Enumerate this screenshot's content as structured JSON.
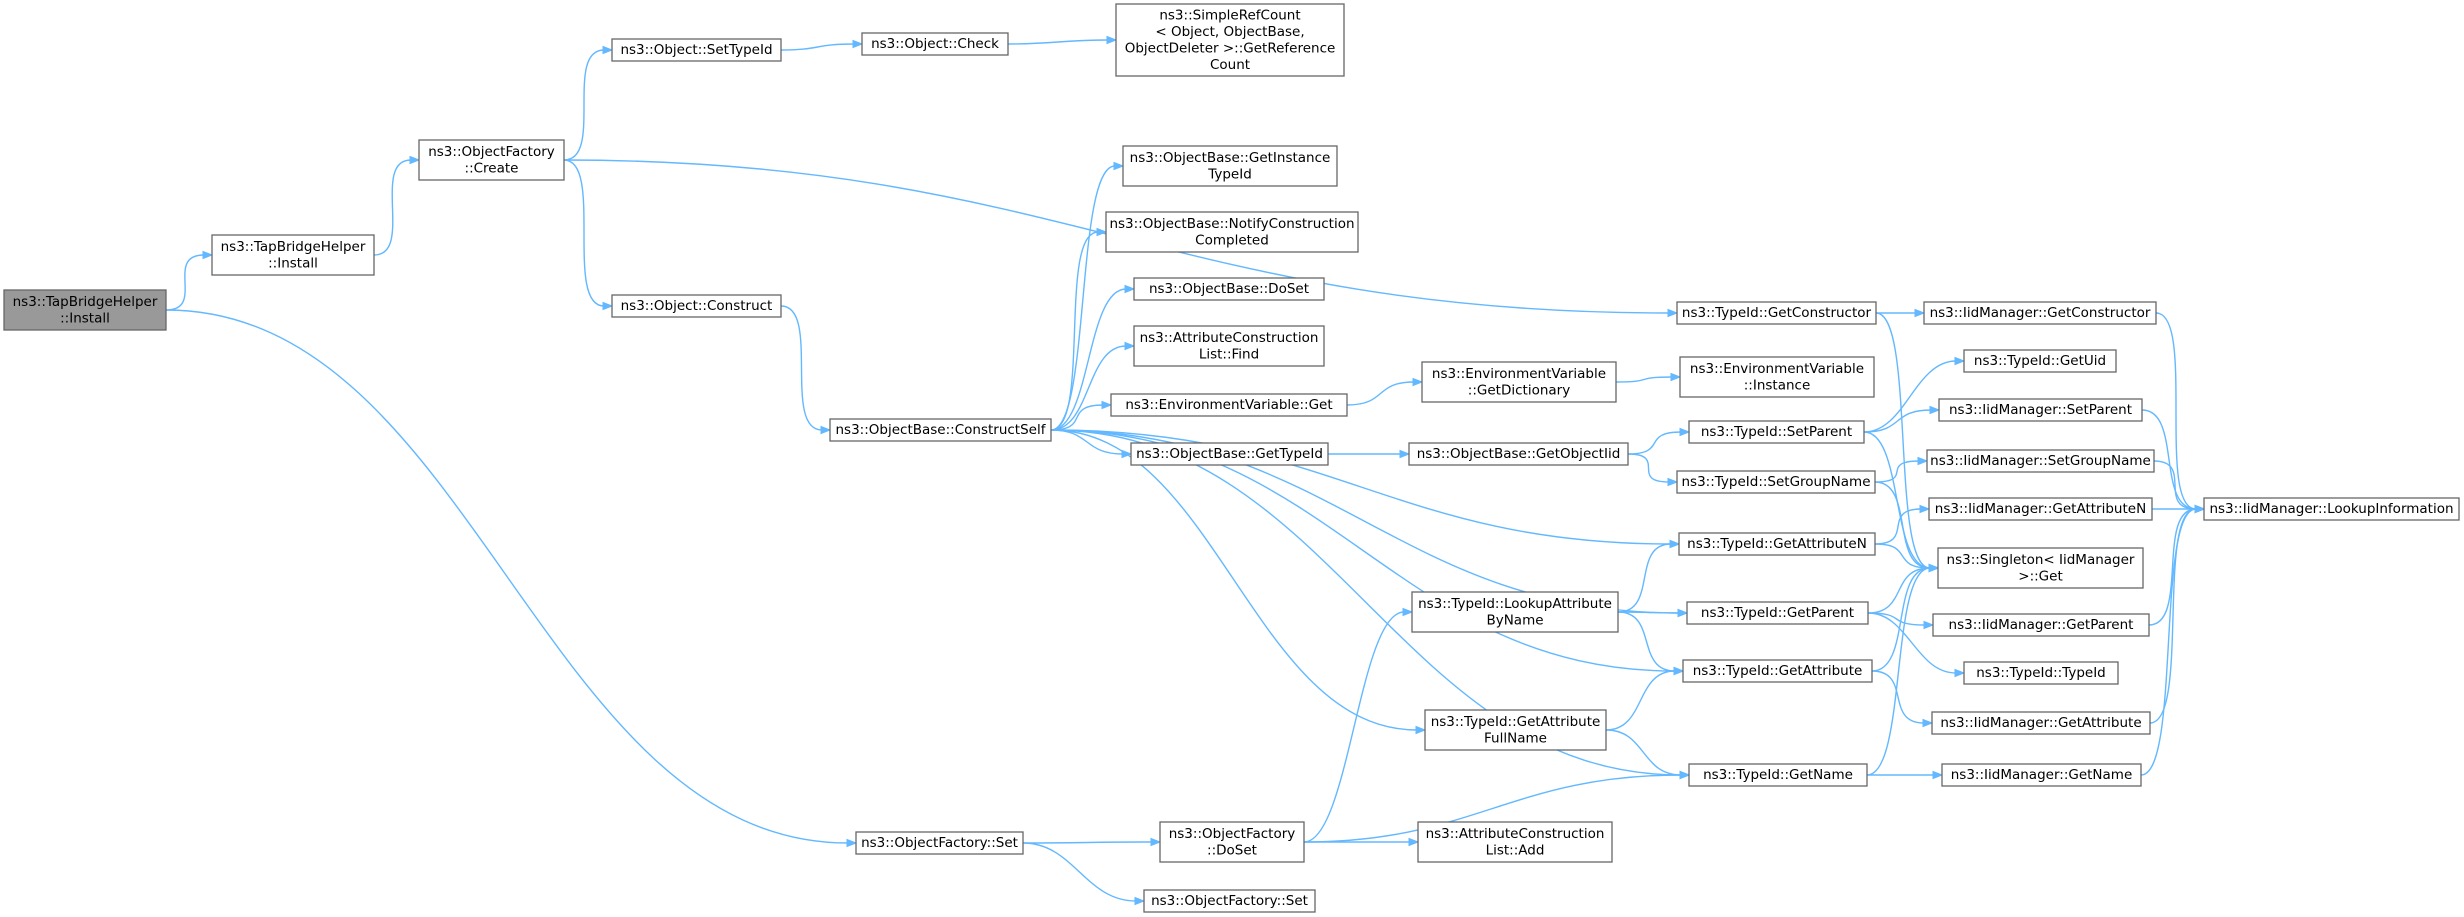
{
  "graph": {
    "nodes": [
      {
        "id": "root",
        "lines": [
          "ns3::TapBridgeHelper",
          "::Install"
        ],
        "root": true
      },
      {
        "id": "tbh_install",
        "lines": [
          "ns3::TapBridgeHelper",
          "::Install"
        ]
      },
      {
        "id": "of_create",
        "lines": [
          "ns3::ObjectFactory",
          "::Create"
        ]
      },
      {
        "id": "obj_settypeid",
        "lines": [
          "ns3::Object::SetTypeId"
        ]
      },
      {
        "id": "obj_check",
        "lines": [
          "ns3::Object::Check"
        ]
      },
      {
        "id": "simplerefcount",
        "lines": [
          "ns3::SimpleRefCount",
          "< Object, ObjectBase,",
          "ObjectDeleter >::GetReference",
          "Count"
        ]
      },
      {
        "id": "obj_construct",
        "lines": [
          "ns3::Object::Construct"
        ]
      },
      {
        "id": "ob_constructself",
        "lines": [
          "ns3::ObjectBase::ConstructSelf"
        ]
      },
      {
        "id": "ob_getinstancetypeid",
        "lines": [
          "ns3::ObjectBase::GetInstance",
          "TypeId"
        ]
      },
      {
        "id": "ob_notify",
        "lines": [
          "ns3::ObjectBase::NotifyConstruction",
          "Completed"
        ]
      },
      {
        "id": "ob_doset",
        "lines": [
          "ns3::ObjectBase::DoSet"
        ]
      },
      {
        "id": "acl_find",
        "lines": [
          "ns3::AttributeConstruction",
          "List::Find"
        ]
      },
      {
        "id": "env_get",
        "lines": [
          "ns3::EnvironmentVariable::Get"
        ]
      },
      {
        "id": "env_getdict",
        "lines": [
          "ns3::EnvironmentVariable",
          "::GetDictionary"
        ]
      },
      {
        "id": "env_instance",
        "lines": [
          "ns3::EnvironmentVariable",
          "::Instance"
        ]
      },
      {
        "id": "ob_gettypeid",
        "lines": [
          "ns3::ObjectBase::GetTypeId"
        ]
      },
      {
        "id": "ob_getobjectiid",
        "lines": [
          "ns3::ObjectBase::GetObjectIid"
        ]
      },
      {
        "id": "tid_getconstructor",
        "lines": [
          "ns3::TypeId::GetConstructor"
        ]
      },
      {
        "id": "iid_getconstructor",
        "lines": [
          "ns3::IidManager::GetConstructor"
        ]
      },
      {
        "id": "tid_getuid",
        "lines": [
          "ns3::TypeId::GetUid"
        ]
      },
      {
        "id": "tid_setparent",
        "lines": [
          "ns3::TypeId::SetParent"
        ]
      },
      {
        "id": "iid_setparent",
        "lines": [
          "ns3::IidManager::SetParent"
        ]
      },
      {
        "id": "tid_setgroupname",
        "lines": [
          "ns3::TypeId::SetGroupName"
        ]
      },
      {
        "id": "iid_setgroupname",
        "lines": [
          "ns3::IidManager::SetGroupName"
        ]
      },
      {
        "id": "iid_lookupinfo",
        "lines": [
          "ns3::IidManager::LookupInformation"
        ]
      },
      {
        "id": "tid_getattributen",
        "lines": [
          "ns3::TypeId::GetAttributeN"
        ]
      },
      {
        "id": "iid_getattributen",
        "lines": [
          "ns3::IidManager::GetAttributeN"
        ]
      },
      {
        "id": "singleton_get",
        "lines": [
          "ns3::Singleton< IidManager",
          ">::Get"
        ]
      },
      {
        "id": "tid_lookupattr",
        "lines": [
          "ns3::TypeId::LookupAttribute",
          "ByName"
        ]
      },
      {
        "id": "tid_getparent",
        "lines": [
          "ns3::TypeId::GetParent"
        ]
      },
      {
        "id": "iid_getparent",
        "lines": [
          "ns3::IidManager::GetParent"
        ]
      },
      {
        "id": "tid_typeid",
        "lines": [
          "ns3::TypeId::TypeId"
        ]
      },
      {
        "id": "tid_getattribute",
        "lines": [
          "ns3::TypeId::GetAttribute"
        ]
      },
      {
        "id": "iid_getattribute",
        "lines": [
          "ns3::IidManager::GetAttribute"
        ]
      },
      {
        "id": "tid_getattrfullname",
        "lines": [
          "ns3::TypeId::GetAttribute",
          "FullName"
        ]
      },
      {
        "id": "tid_getname",
        "lines": [
          "ns3::TypeId::GetName"
        ]
      },
      {
        "id": "iid_getname",
        "lines": [
          "ns3::IidManager::GetName"
        ]
      },
      {
        "id": "of_set",
        "lines": [
          "ns3::ObjectFactory::Set"
        ]
      },
      {
        "id": "of_doset",
        "lines": [
          "ns3::ObjectFactory",
          "::DoSet"
        ]
      },
      {
        "id": "acl_add",
        "lines": [
          "ns3::AttributeConstruction",
          "List::Add"
        ]
      },
      {
        "id": "of_set2",
        "lines": [
          "ns3::ObjectFactory::Set"
        ]
      }
    ],
    "edges": [
      [
        "root",
        "tbh_install"
      ],
      [
        "root",
        "of_set"
      ],
      [
        "tbh_install",
        "of_create"
      ],
      [
        "of_create",
        "obj_settypeid"
      ],
      [
        "of_create",
        "tid_getconstructor"
      ],
      [
        "of_create",
        "obj_construct"
      ],
      [
        "obj_settypeid",
        "obj_check"
      ],
      [
        "obj_check",
        "simplerefcount"
      ],
      [
        "obj_construct",
        "ob_constructself"
      ],
      [
        "ob_constructself",
        "ob_getinstancetypeid"
      ],
      [
        "ob_constructself",
        "ob_notify"
      ],
      [
        "ob_constructself",
        "ob_doset"
      ],
      [
        "ob_constructself",
        "acl_find"
      ],
      [
        "ob_constructself",
        "env_get"
      ],
      [
        "ob_constructself",
        "ob_gettypeid"
      ],
      [
        "ob_constructself",
        "tid_getattributen"
      ],
      [
        "ob_constructself",
        "tid_getparent"
      ],
      [
        "ob_constructself",
        "tid_getattribute"
      ],
      [
        "ob_constructself",
        "tid_getattrfullname"
      ],
      [
        "ob_constructself",
        "tid_getname"
      ],
      [
        "env_get",
        "env_getdict"
      ],
      [
        "env_getdict",
        "env_instance"
      ],
      [
        "ob_gettypeid",
        "ob_getobjectiid"
      ],
      [
        "ob_getobjectiid",
        "tid_setparent"
      ],
      [
        "ob_getobjectiid",
        "tid_setgroupname"
      ],
      [
        "tid_getconstructor",
        "iid_getconstructor"
      ],
      [
        "tid_getconstructor",
        "singleton_get"
      ],
      [
        "iid_getconstructor",
        "iid_lookupinfo"
      ],
      [
        "tid_setparent",
        "tid_getuid"
      ],
      [
        "tid_setparent",
        "iid_setparent"
      ],
      [
        "tid_setparent",
        "singleton_get"
      ],
      [
        "iid_setparent",
        "iid_lookupinfo"
      ],
      [
        "tid_setgroupname",
        "iid_setgroupname"
      ],
      [
        "tid_setgroupname",
        "singleton_get"
      ],
      [
        "iid_setgroupname",
        "iid_lookupinfo"
      ],
      [
        "tid_getattributen",
        "iid_getattributen"
      ],
      [
        "tid_getattributen",
        "singleton_get"
      ],
      [
        "iid_getattributen",
        "iid_lookupinfo"
      ],
      [
        "tid_lookupattr",
        "tid_getattributen"
      ],
      [
        "tid_lookupattr",
        "tid_getparent"
      ],
      [
        "tid_lookupattr",
        "tid_getattribute"
      ],
      [
        "tid_getparent",
        "iid_getparent"
      ],
      [
        "tid_getparent",
        "singleton_get"
      ],
      [
        "tid_getparent",
        "tid_typeid"
      ],
      [
        "iid_getparent",
        "iid_lookupinfo"
      ],
      [
        "tid_getattribute",
        "iid_getattribute"
      ],
      [
        "tid_getattribute",
        "singleton_get"
      ],
      [
        "iid_getattribute",
        "iid_lookupinfo"
      ],
      [
        "tid_getattrfullname",
        "tid_getattribute"
      ],
      [
        "tid_getattrfullname",
        "tid_getname"
      ],
      [
        "tid_getname",
        "iid_getname"
      ],
      [
        "tid_getname",
        "singleton_get"
      ],
      [
        "iid_getname",
        "iid_lookupinfo"
      ],
      [
        "of_set",
        "of_doset"
      ],
      [
        "of_set",
        "of_set2"
      ],
      [
        "of_doset",
        "tid_lookupattr"
      ],
      [
        "of_doset",
        "acl_add"
      ],
      [
        "of_doset",
        "tid_getname"
      ]
    ]
  }
}
